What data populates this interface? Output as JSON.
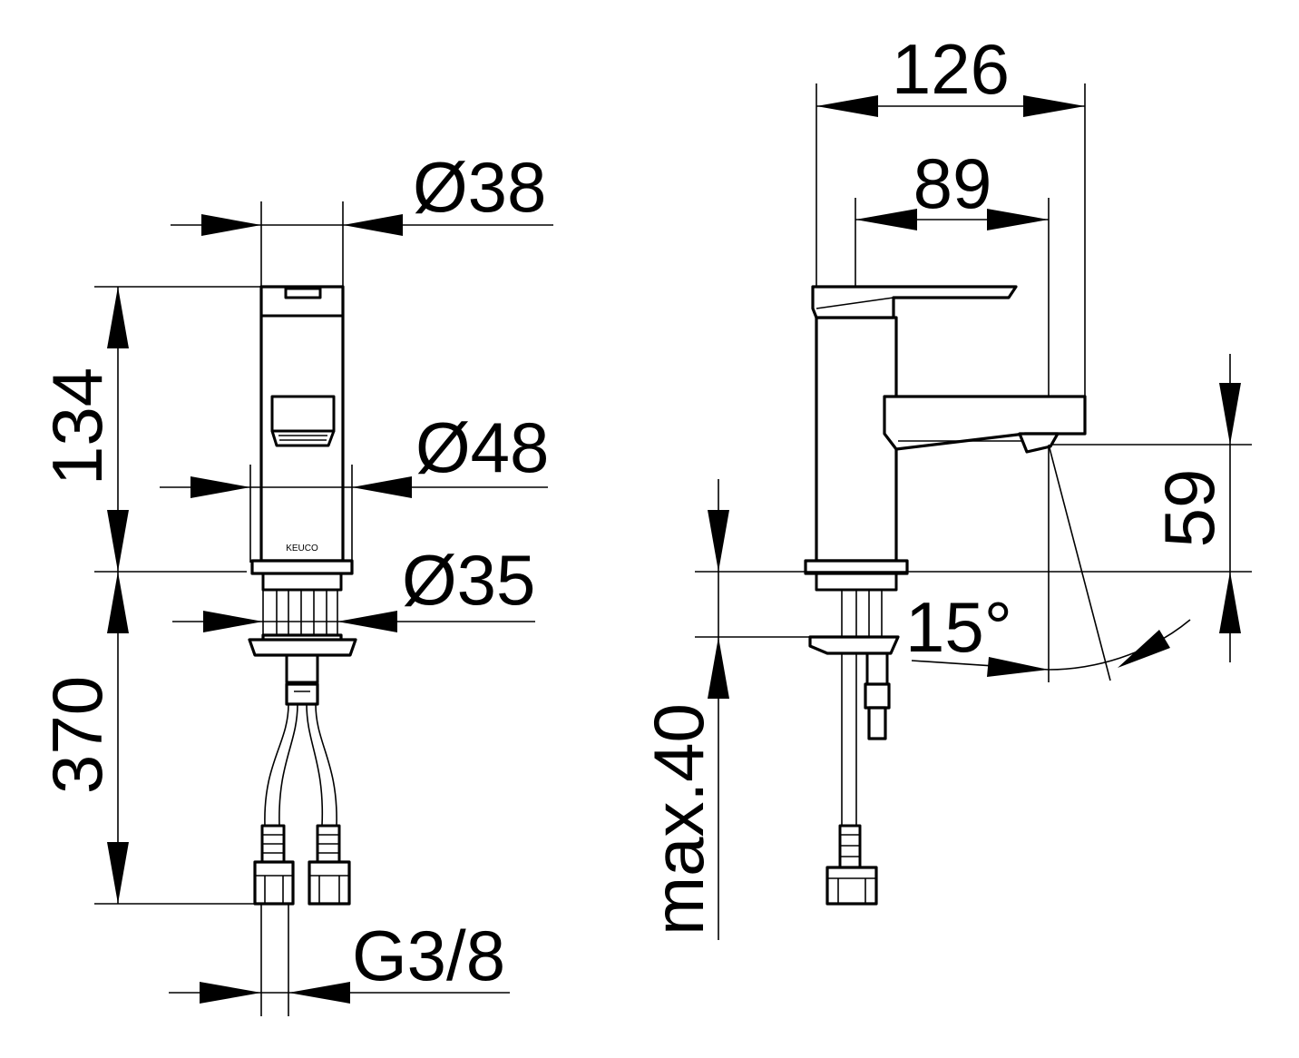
{
  "front_view": {
    "dim_top_diameter": "Ø38",
    "dim_height": "134",
    "dim_body_diameter": "Ø48",
    "dim_shank_diameter": "Ø35",
    "dim_hose_length": "370",
    "dim_connection": "G3/8",
    "brand_logo": "KEUCO"
  },
  "side_view": {
    "dim_total_depth": "126",
    "dim_spout_reach": "89",
    "dim_spout_height": "59",
    "dim_angle": "15°",
    "dim_max_thickness": "max.40"
  },
  "colors": {
    "line": "#000000",
    "background": "#ffffff"
  }
}
